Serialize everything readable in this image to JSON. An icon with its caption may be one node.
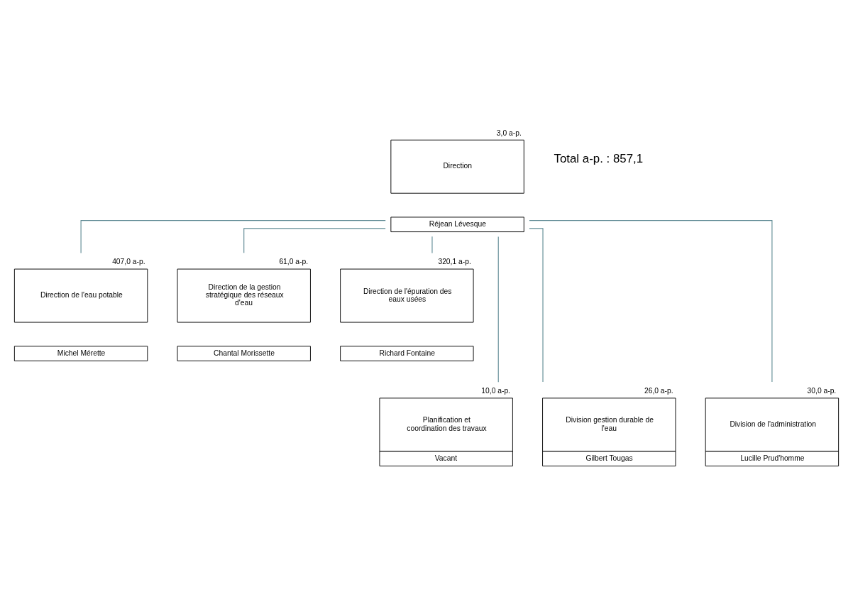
{
  "diagram": {
    "nodes": [
      {
        "text": [
          "Direction"
        ],
        "beside": [
          "3,0 a-p."
        ]
      },
      {
        "text": [
          "Réjean Lévesque"
        ]
      },
      {
        "text": [
          "Direction de l'eau potable"
        ],
        "beside": [
          "407,0 a-p."
        ]
      },
      {
        "text": [
          "Michel Mérette"
        ]
      },
      {
        "text": [
          "Direction de la gestion stratégique des réseaux d'eau"
        ],
        "beside": [
          "61,0 a-p."
        ]
      },
      {
        "text": [
          "Chantal Morissette"
        ]
      },
      {
        "text": [
          "Direction de l'épuration des eaux usées"
        ],
        "beside": [
          "320,1 a-p."
        ]
      },
      {
        "text": [
          "Richard Fontaine"
        ]
      },
      {
        "text": [
          "Planification et coordination des travaux",
          "Vacant"
        ],
        "beside": [
          "10,0 a-p."
        ]
      },
      {
        "text": [
          "Division gestion durable de l'eau",
          "Gilbert Tougas"
        ],
        "beside": [
          "26,0 a-p."
        ]
      },
      {
        "text": [
          "Division de l'administration",
          "Lucille Prud'homme"
        ],
        "beside": [
          "30,0 a-p."
        ]
      }
    ],
    "edges": [
      {
        "from": 1,
        "to": 2,
        "arrow": "none"
      },
      {
        "from": 1,
        "to": 4,
        "arrow": "none"
      },
      {
        "from": 1,
        "to": 6,
        "arrow": "none"
      },
      {
        "from": 1,
        "to": 8,
        "arrow": "none"
      },
      {
        "from": 1,
        "to": 9,
        "arrow": "none"
      },
      {
        "from": 1,
        "to": 10,
        "arrow": "none"
      }
    ],
    "labels": [
      "Total a-p. : 857,1"
    ]
  }
}
